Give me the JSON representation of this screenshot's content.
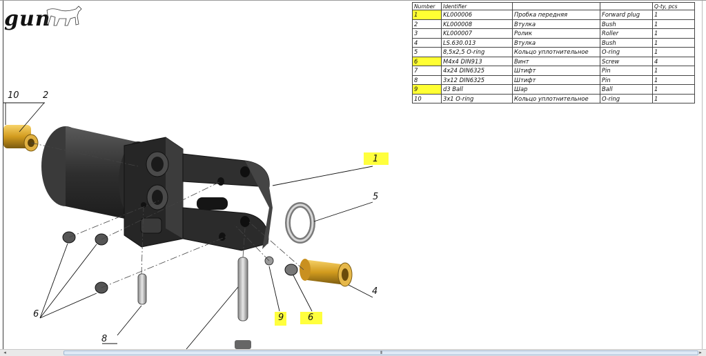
{
  "logo": {
    "text": "gun"
  },
  "callouts": [
    {
      "id": "c10",
      "label": "10"
    },
    {
      "id": "c2",
      "label": "2"
    },
    {
      "id": "c1",
      "label": "1"
    },
    {
      "id": "c5",
      "label": "5"
    },
    {
      "id": "c4",
      "label": "4"
    },
    {
      "id": "c6a",
      "label": "6"
    },
    {
      "id": "c6b",
      "label": "6"
    },
    {
      "id": "c9",
      "label": "9"
    },
    {
      "id": "c8",
      "label": "8"
    }
  ],
  "bom": {
    "headers": [
      "Number",
      "Identifier",
      "",
      "",
      "Q-ty, pcs"
    ],
    "rows": [
      {
        "number": "1",
        "identifier": "KL000006",
        "name_ru": "Пробка передняя",
        "name_en": "Forward plug",
        "qty": "1",
        "highlight": true
      },
      {
        "number": "2",
        "identifier": "KL000008",
        "name_ru": "Втулка",
        "name_en": "Bush",
        "qty": "1",
        "highlight": false
      },
      {
        "number": "3",
        "identifier": "KL000007",
        "name_ru": "Ролик",
        "name_en": "Roller",
        "qty": "1",
        "highlight": false
      },
      {
        "number": "4",
        "identifier": "LS.630.013",
        "name_ru": "Втулка",
        "name_en": "Bush",
        "qty": "1",
        "highlight": false
      },
      {
        "number": "5",
        "identifier": "8,5x2,5 O-ring",
        "name_ru": "Кольцо уплотнительное",
        "name_en": "O-ring",
        "qty": "1",
        "highlight": false
      },
      {
        "number": "6",
        "identifier": "M4x4 DIN913",
        "name_ru": "Винт",
        "name_en": "Screw",
        "qty": "4",
        "highlight": true
      },
      {
        "number": "7",
        "identifier": "4x24 DIN6325",
        "name_ru": "Штифт",
        "name_en": " Pin",
        "qty": "1",
        "highlight": false
      },
      {
        "number": "8",
        "identifier": "3x12 DIN6325",
        "name_ru": "Штифт",
        "name_en": " Pin",
        "qty": "1",
        "highlight": false
      },
      {
        "number": "9",
        "identifier": "d3 Ball",
        "name_ru": "Шар",
        "name_en": "Ball",
        "qty": "1",
        "highlight": true
      },
      {
        "number": "10",
        "identifier": "3x1 O-ring",
        "name_ru": "Кольцо уплотнительное",
        "name_en": "O-ring",
        "qty": "1",
        "highlight": false
      }
    ]
  },
  "scrollbar": {
    "grip": "III"
  },
  "colors": {
    "highlight": "#ffff33",
    "brass": "#d9a520",
    "body": "#2a2a2a"
  }
}
